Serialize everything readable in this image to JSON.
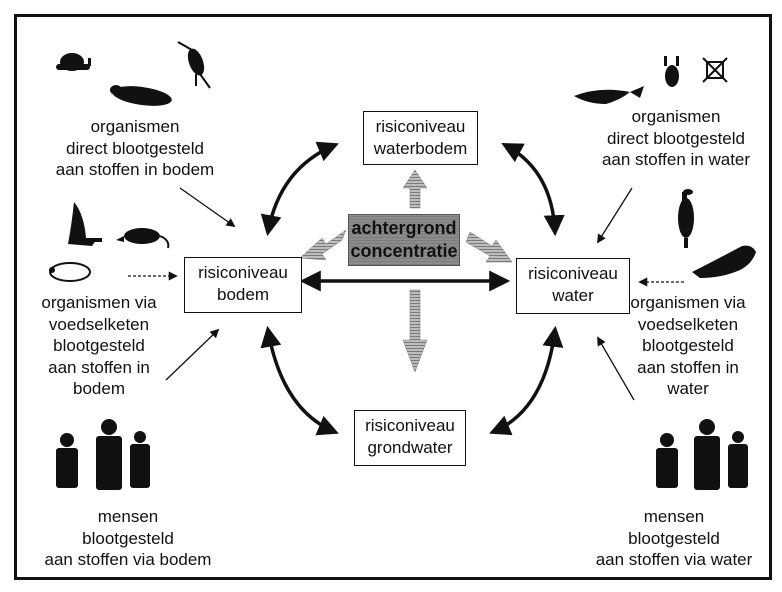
{
  "center": {
    "line1": "achtergrond",
    "line2": "concentratie"
  },
  "boxes": {
    "waterbodem": {
      "line1": "risiconiveau",
      "line2": "waterbodem"
    },
    "bodem": {
      "line1": "risiconiveau",
      "line2": "bodem"
    },
    "water": {
      "line1": "risiconiveau",
      "line2": "water"
    },
    "grondwater": {
      "line1": "risiconiveau",
      "line2": "grondwater"
    }
  },
  "labels": {
    "org_bodem": [
      "organismen",
      "direct blootgesteld",
      "aan stoffen in bodem"
    ],
    "org_water": [
      "organismen",
      "direct blootgesteld",
      "aan stoffen in water"
    ],
    "voedsel_bodem": [
      "organismen via",
      "voedselketen",
      "blootgesteld",
      "aan stoffen in",
      "bodem"
    ],
    "voedsel_water": [
      "organismen via",
      "voedselketen",
      "blootgesteld",
      "aan stoffen in",
      "water"
    ],
    "mensen_bodem": [
      "mensen",
      "blootgesteld",
      "aan stoffen via bodem"
    ],
    "mensen_water": [
      "mensen",
      "blootgesteld",
      "aan stoffen via water"
    ]
  },
  "icons": [
    "snail-icon",
    "caterpillar-icon",
    "springtail-icon",
    "fish-icon",
    "water-flea-icon",
    "water-mite-icon",
    "bird-of-prey-icon",
    "shrew-icon",
    "mole-icon",
    "cormorant-icon",
    "seal-icon",
    "people-group-icon",
    "people-group-icon"
  ],
  "colors": {
    "ink": "#111111",
    "hatch": "#8c8c8c",
    "center_fill": "#8c8c8c"
  }
}
